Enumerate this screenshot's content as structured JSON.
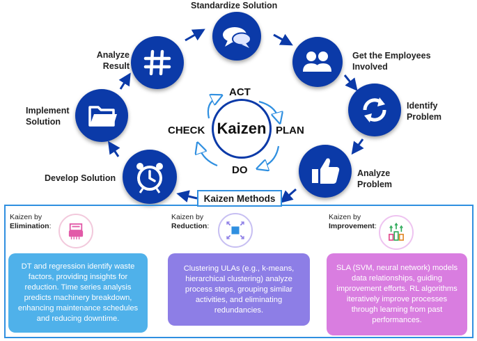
{
  "cycle": {
    "center": "Kaizen",
    "phases": {
      "act": "ACT",
      "plan": "PLAN",
      "do": "DO",
      "check": "CHECK"
    }
  },
  "steps": {
    "standardize": "Standardize Solution",
    "employees": "Get the Employees Involved",
    "identify": "Identify Problem",
    "analyze_problem": "Analyze Problem",
    "develop": "Develop Solution",
    "implement": "Implement Solution",
    "analyze_result": "Analyze Result"
  },
  "methods": {
    "title": "Kaizen Methods",
    "elimination": {
      "prefix": "Kaizen by",
      "name": "Elimination",
      "text": "DT and regression identify waste factors, providing insights for reduction. Time series analysis predicts machinery breakdown, enhancing maintenance schedules and reducing downtime."
    },
    "reduction": {
      "prefix": "Kaizen by",
      "name": "Reduction",
      "text": "Clustering ULAs (e.g., k-means, hierarchical clustering) analyze process steps, grouping similar activities, and eliminating redundancies."
    },
    "improvement": {
      "prefix": "Kaizen by",
      "name": "Improvement",
      "text": "SLA (SVM, neural network) models data relationships, guiding improvement efforts. RL algorithms iteratively improve processes through learning from past performances."
    }
  },
  "colors": {
    "circle": "#0b3aa8",
    "elimination_card": "#4fb1ea",
    "reduction_card": "#8d7ee6",
    "improvement_card": "#d97de0",
    "frame": "#2f8fe0"
  }
}
